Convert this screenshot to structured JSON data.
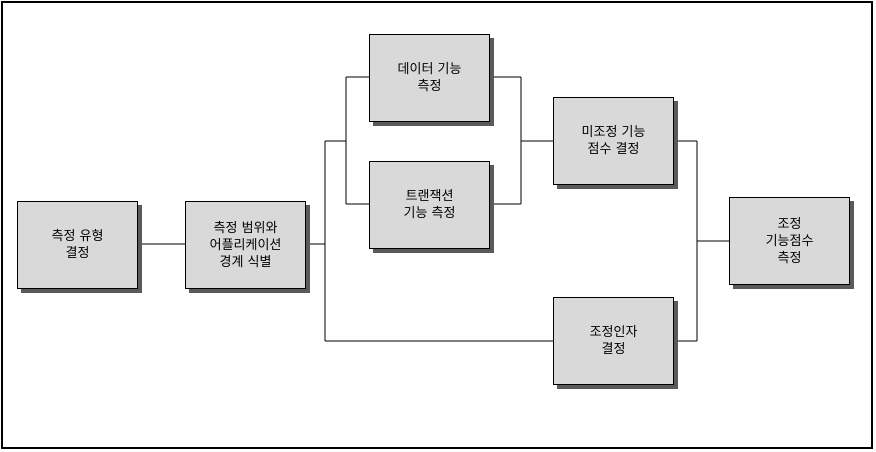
{
  "diagram": {
    "nodes": {
      "determine_type": "측정 유형\n결정",
      "identify_scope": "측정 범위와\n어플리케이션\n경계 식별",
      "measure_data": "데이터 기능\n측정",
      "measure_transaction": "트랜잭션\n기능 측정",
      "unadjusted_score": "미조정 기능\n점수 결정",
      "adjustment_factor": "조정인자\n결정",
      "adjusted_score": "조정\n기능점수\n측정"
    },
    "colors": {
      "box_fill": "#d9d9d9",
      "box_border": "#000000",
      "shadow": "#5a5a5a",
      "line": "#000000"
    }
  }
}
